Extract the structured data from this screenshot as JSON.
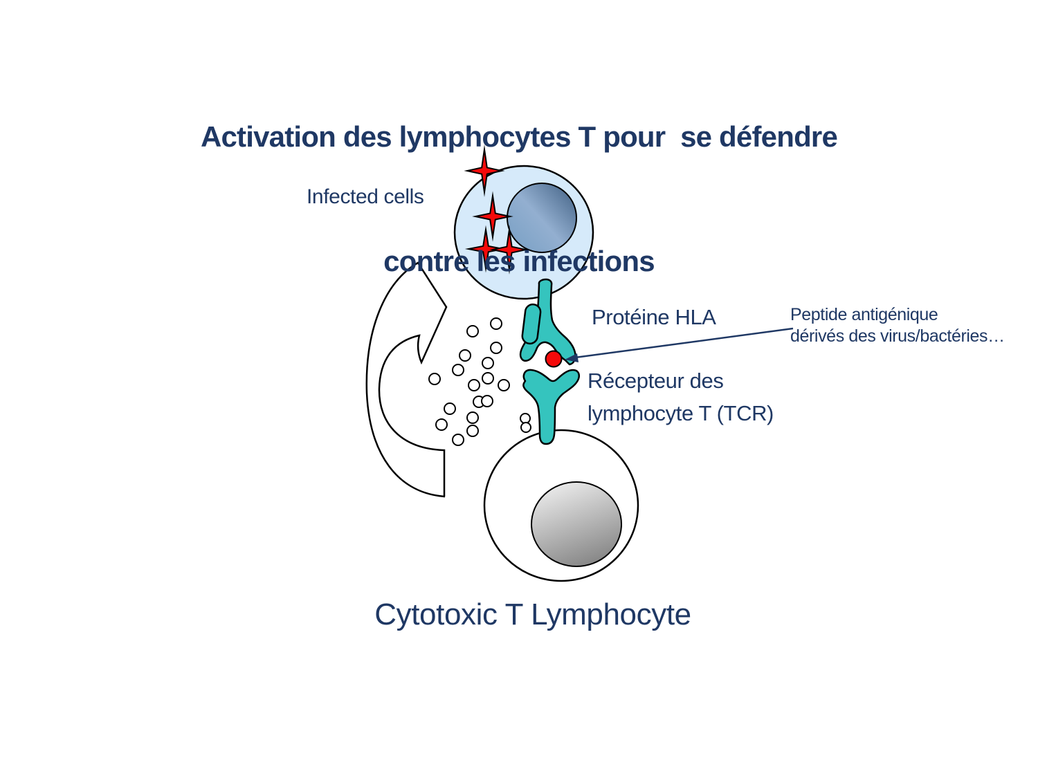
{
  "slide": {
    "title_line1": "Activation des lymphocytes T pour  se défendre",
    "title_line2": "contre les infections"
  },
  "labels": {
    "infected_cells": "Infected cells",
    "hla_protein": "Protéine HLA",
    "peptide_line1": "Peptide antigénique",
    "peptide_line2": "dérivés des virus/bactéries…",
    "tcr_line1": "Récepteur des",
    "tcr_line2": "lymphocyte T (TCR)",
    "cytotoxic": "Cytotoxic T Lymphocyte"
  },
  "icons": {
    "virus_star": "red-four-point-star",
    "curved_arrow": "white-curved-block-arrow",
    "leader_arrow": "navy-leader-arrow",
    "secretion_dot": "small-white-granule"
  },
  "colors": {
    "background": "#FFFFFF",
    "text_navy": "#1F3864",
    "outline": "#000000",
    "teal": "#35C4BE",
    "virus_red": "#F40A0A",
    "peptide_red": "#F40A0A",
    "infected_cell_fill": "#D6EAFA",
    "infected_nucleus_dark": "#466588",
    "infected_nucleus_light": "#93AFD0",
    "infected_nucleus_bottom": "#7CA2C6",
    "t_cell_fill": "#FFFFFF",
    "t_nucleus_light": "#EFEFEF",
    "t_nucleus_dark": "#878787"
  }
}
